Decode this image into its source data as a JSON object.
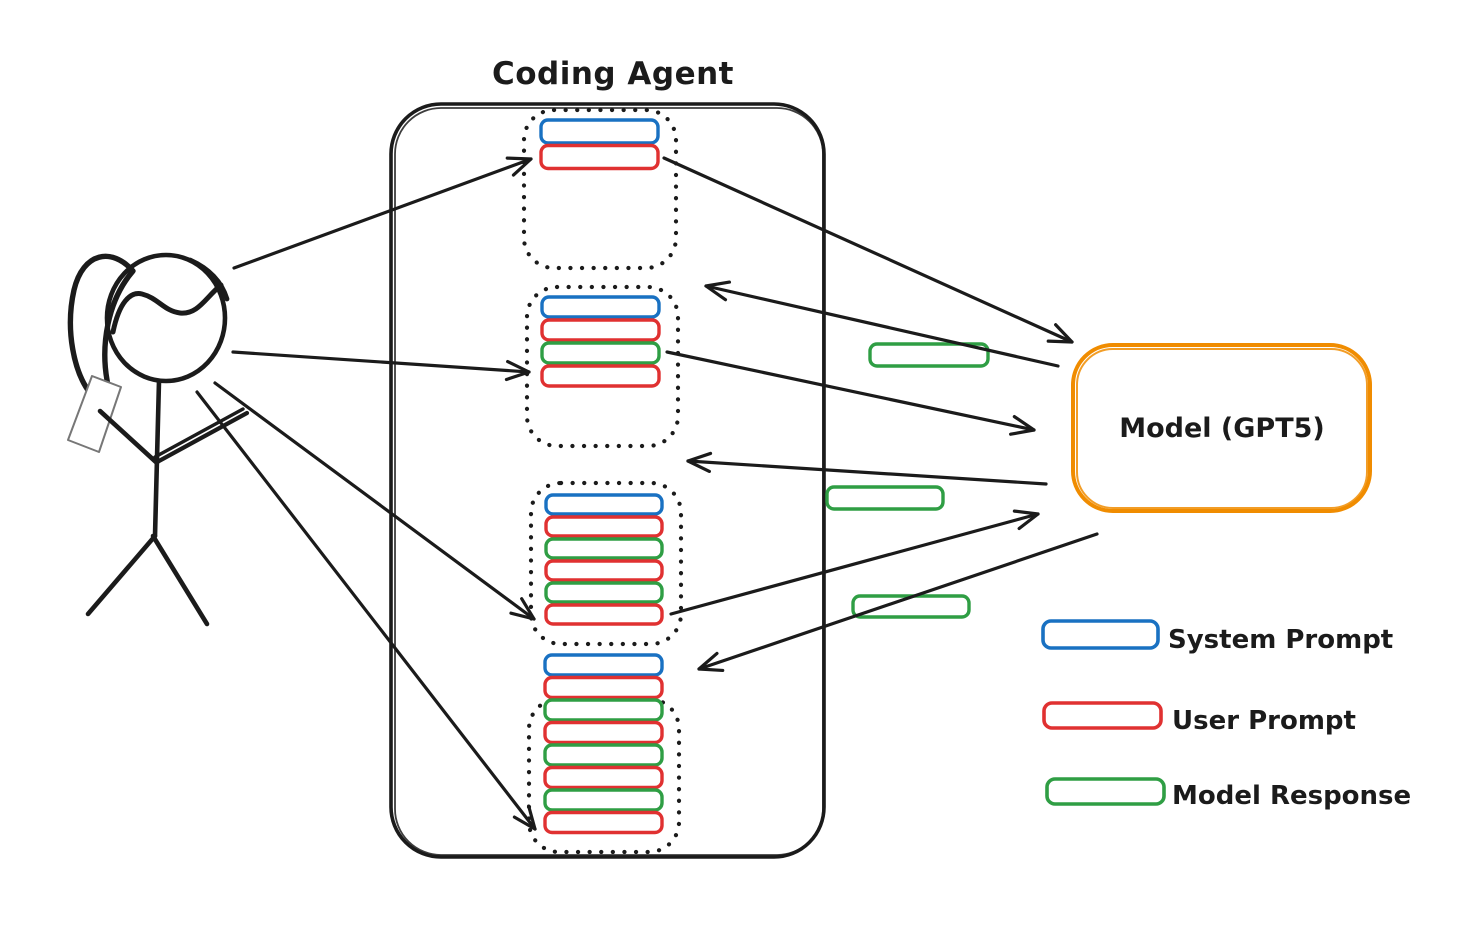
{
  "diagram": {
    "title": "Coding Agent",
    "model": {
      "label": "Model (GPT5)"
    },
    "legend": {
      "items": [
        {
          "key": "system",
          "label": "System Prompt"
        },
        {
          "key": "user",
          "label": "User Prompt"
        },
        {
          "key": "response",
          "label": "Model Response"
        }
      ]
    },
    "colors": {
      "system": "#1971c2",
      "user": "#e03131",
      "response": "#2f9e44",
      "model": "#f08c00",
      "ink": "#1b1b1b"
    },
    "agent_context_snapshots": [
      {
        "bars": [
          "system",
          "user"
        ]
      },
      {
        "bars": [
          "system",
          "user",
          "response",
          "user"
        ]
      },
      {
        "bars": [
          "system",
          "user",
          "response",
          "user",
          "response",
          "user"
        ]
      },
      {
        "bars": [
          "system",
          "user",
          "response",
          "user",
          "response",
          "user",
          "response",
          "user"
        ]
      }
    ],
    "in_flight_response_count": 3
  }
}
